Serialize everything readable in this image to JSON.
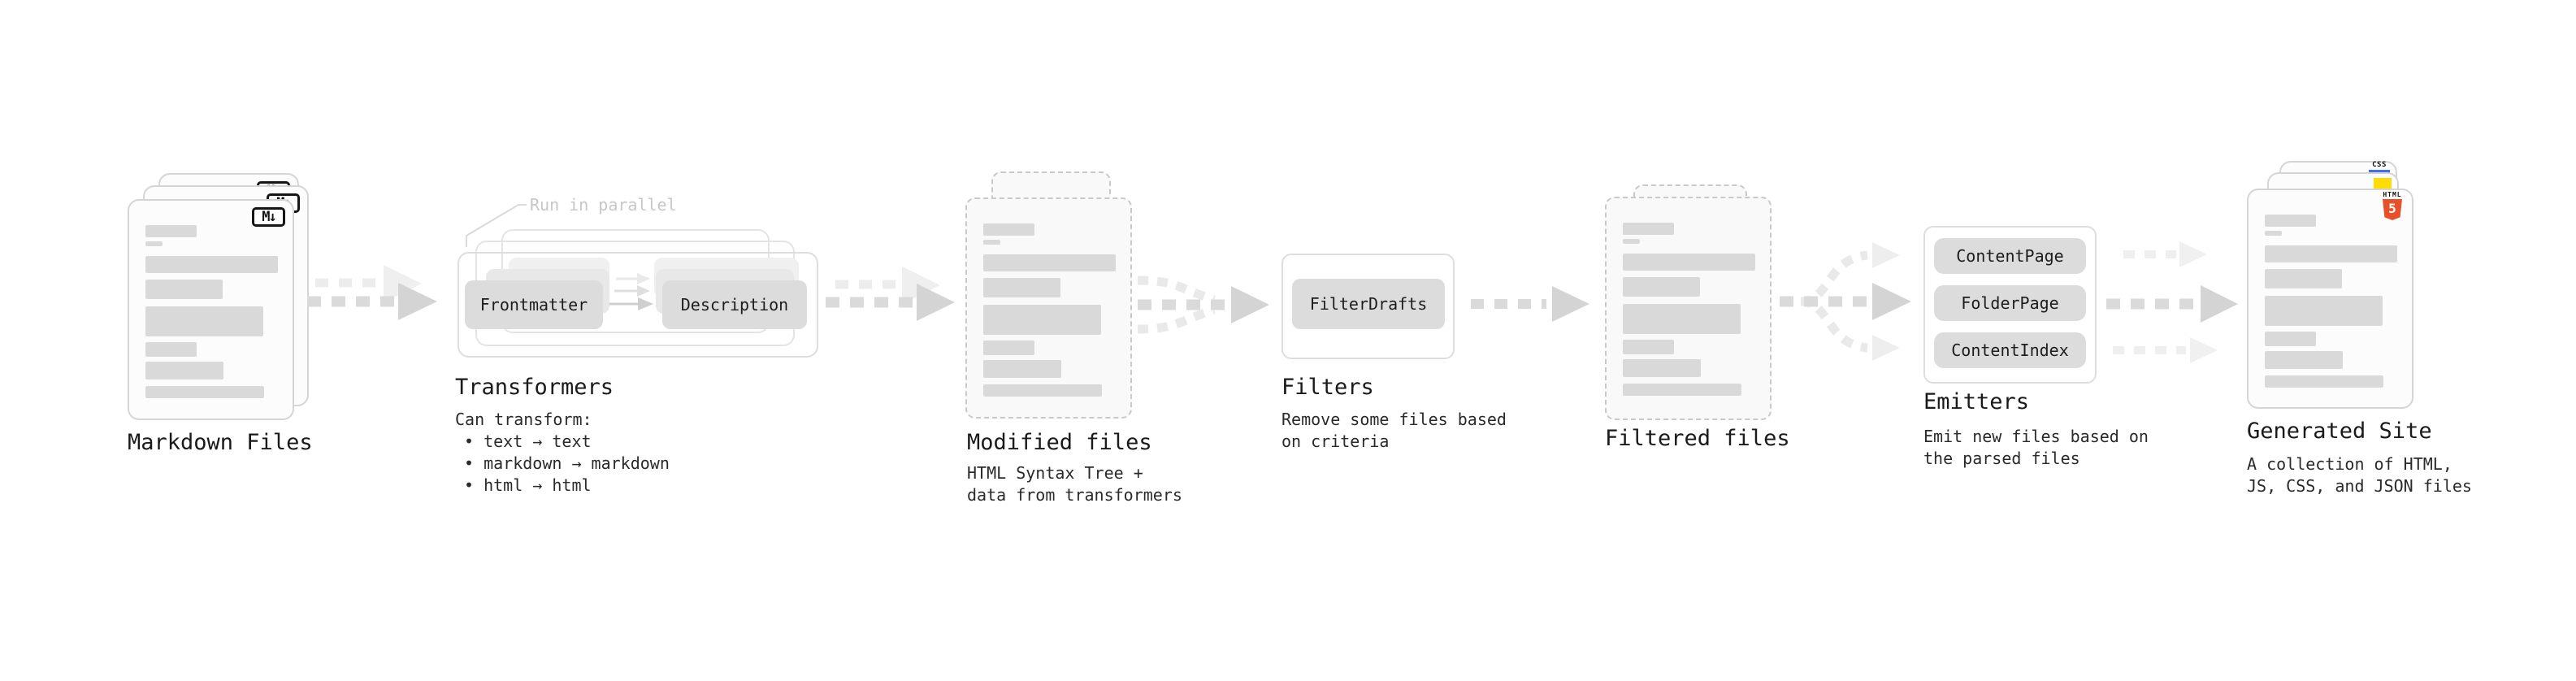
{
  "stages": {
    "markdown_files": {
      "title": "Markdown Files",
      "file_badge": "M↓"
    },
    "transformers": {
      "annotation": "Run in parallel",
      "pill_left": "Frontmatter",
      "pill_right": "Description",
      "title": "Transformers",
      "description_lines": [
        "Can transform:",
        "• text → text",
        "• markdown → markdown",
        "• html → html"
      ]
    },
    "modified_files": {
      "title": "Modified files",
      "description_lines": [
        "HTML Syntax Tree +",
        "data from transformers"
      ]
    },
    "filters": {
      "pill": "FilterDrafts",
      "title": "Filters",
      "description_lines": [
        "Remove some files based",
        "on criteria"
      ]
    },
    "filtered_files": {
      "title": "Filtered files"
    },
    "emitters": {
      "pills": [
        "ContentPage",
        "FolderPage",
        "ContentIndex"
      ],
      "title": "Emitters",
      "description_lines": [
        "Emit new files based on",
        "the parsed files"
      ]
    },
    "generated_site": {
      "title": "Generated Site",
      "description_lines": [
        "A collection of HTML,",
        "JS, CSS, and JSON files"
      ],
      "badges": {
        "css_label": "CSS",
        "html_label": "HTML",
        "html_number": "5"
      }
    }
  },
  "colors": {
    "html5_orange": "#e8502a",
    "js_yellow": "#ffdd00",
    "css_blue": "#3f6df4",
    "pill_gray": "#dcdcdc",
    "arrow_gray": "#d4d4d4",
    "text_dark": "#1a1a1a",
    "muted_annotation": "#c7c7c7"
  }
}
